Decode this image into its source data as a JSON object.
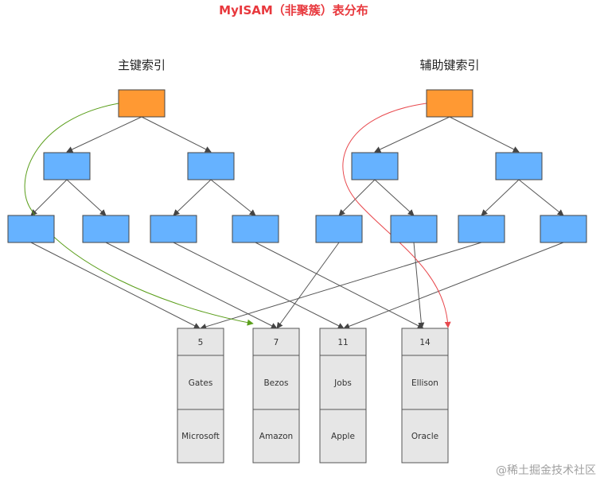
{
  "title": "MyISAM（非聚簇）表分布",
  "primary_index_label": "主键索引",
  "secondary_index_label": "辅助键索引",
  "watermark": "@稀土掘金技术社区",
  "colors": {
    "title": "#e8383d",
    "root_node": "#ff9933",
    "inner_node": "#66b2ff",
    "record_cell": "#e6e6e6",
    "primary_path": "#5a9e1a",
    "secondary_path": "#e8494e"
  },
  "records": [
    {
      "id": "5",
      "name": "Gates",
      "company": "Microsoft"
    },
    {
      "id": "7",
      "name": "Bezos",
      "company": "Amazon"
    },
    {
      "id": "11",
      "name": "Jobs",
      "company": "Apple"
    },
    {
      "id": "14",
      "name": "Ellison",
      "company": "Oracle"
    }
  ]
}
